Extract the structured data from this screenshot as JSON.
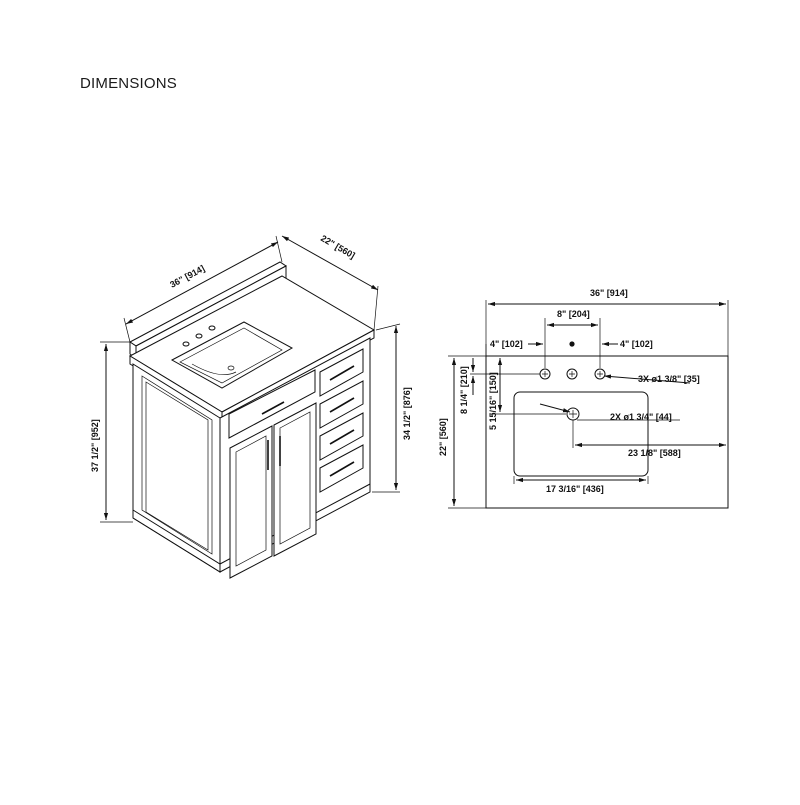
{
  "header": {
    "title": "DIMENSIONS"
  },
  "iso_view": {
    "width_label": "36\" [914]",
    "depth_label": "22\" [560]",
    "overall_height_label": "37 1/2\" [952]",
    "cabinet_height_label": "34 1/2\" [876]"
  },
  "top_view": {
    "width_label": "36\" [914]",
    "faucet_spread_label": "8\" [204]",
    "left_offset_label": "4\" [102]",
    "right_offset_label": "4\" [102]",
    "depth_label": "22\" [560]",
    "faucet_depth_label": "8 1/4\" [210]",
    "drain_depth_label": "5 15/16\" [150]",
    "faucet_holes_label": "3X ø1 3/8\" [35]",
    "drain_holes_label": "2X ø1 3/4\" [44]",
    "drain_offset_label": "23 1/8\" [588]",
    "sink_width_label": "17 3/16\" [436]"
  }
}
